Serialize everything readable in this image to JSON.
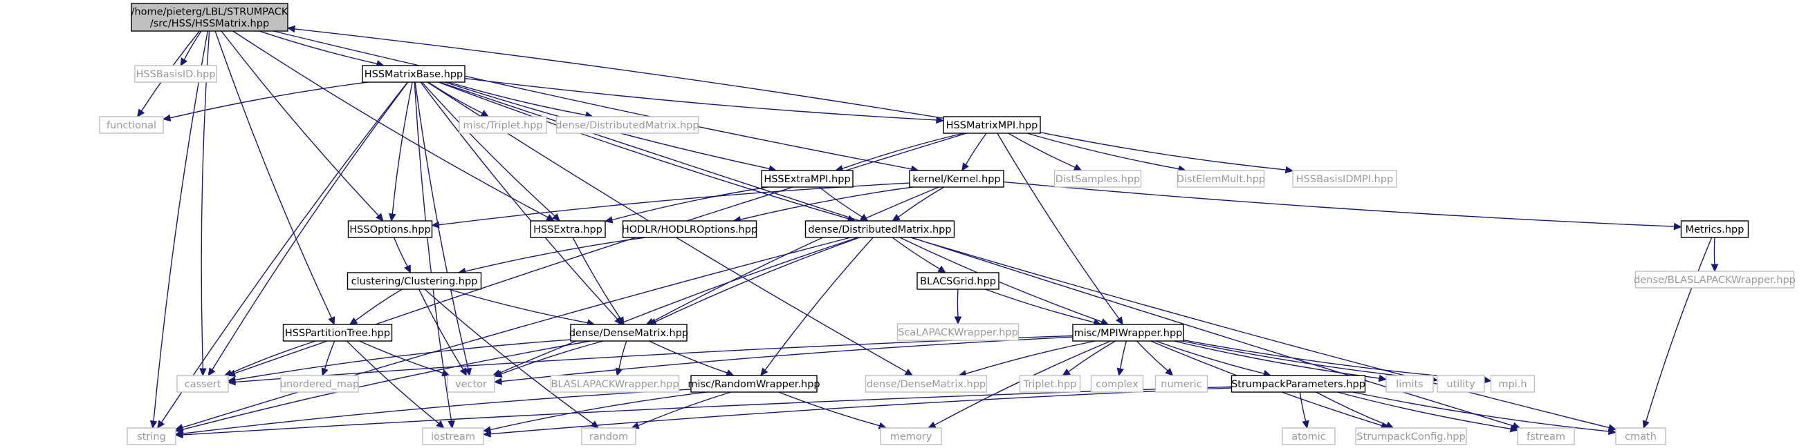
{
  "graph": {
    "root": {
      "id": "root",
      "lines": [
        "/home/pieterg/LBL/STRUMPACK",
        "/src/HSS/HSSMatrix.hpp"
      ]
    },
    "nodes": [
      {
        "id": "HSSBasisID",
        "label": "HSSBasisID.hpp",
        "kind": "external"
      },
      {
        "id": "HSSMatrixBase",
        "label": "HSSMatrixBase.hpp",
        "kind": "internal"
      },
      {
        "id": "functional",
        "label": "functional",
        "kind": "external"
      },
      {
        "id": "misc_Triplet",
        "label": "misc/Triplet.hpp",
        "kind": "external"
      },
      {
        "id": "dense_DistributedMatrix_ext",
        "label": "dense/DistributedMatrix.hpp",
        "kind": "external"
      },
      {
        "id": "HSSMatrixMPI",
        "label": "HSSMatrixMPI.hpp",
        "kind": "internal"
      },
      {
        "id": "HSSExtraMPI",
        "label": "HSSExtraMPI.hpp",
        "kind": "internal"
      },
      {
        "id": "kernel_Kernel",
        "label": "kernel/Kernel.hpp",
        "kind": "internal"
      },
      {
        "id": "DistSamples",
        "label": "DistSamples.hpp",
        "kind": "external"
      },
      {
        "id": "DistElemMult",
        "label": "DistElemMult.hpp",
        "kind": "external"
      },
      {
        "id": "HSSBasisIDMPI",
        "label": "HSSBasisIDMPI.hpp",
        "kind": "external"
      },
      {
        "id": "HSSOptions",
        "label": "HSSOptions.hpp",
        "kind": "internal"
      },
      {
        "id": "HSSExtra",
        "label": "HSSExtra.hpp",
        "kind": "internal"
      },
      {
        "id": "HODLROptions",
        "label": "HODLR/HODLROptions.hpp",
        "kind": "internal"
      },
      {
        "id": "dense_DistributedMatrix",
        "label": "dense/DistributedMatrix.hpp",
        "kind": "internal"
      },
      {
        "id": "Metrics",
        "label": "Metrics.hpp",
        "kind": "internal"
      },
      {
        "id": "dense_BLASLAPACKWrapper",
        "label": "dense/BLASLAPACKWrapper.hpp",
        "kind": "external"
      },
      {
        "id": "clustering",
        "label": "clustering/Clustering.hpp",
        "kind": "internal"
      },
      {
        "id": "BLACSGrid",
        "label": "BLACSGrid.hpp",
        "kind": "internal"
      },
      {
        "id": "ScaLAPACKWrapper",
        "label": "ScaLAPACKWrapper.hpp",
        "kind": "external"
      },
      {
        "id": "HSSPartitionTree",
        "label": "HSSPartitionTree.hpp",
        "kind": "internal"
      },
      {
        "id": "dense_DenseMatrix",
        "label": "dense/DenseMatrix.hpp",
        "kind": "internal"
      },
      {
        "id": "misc_MPIWrapper",
        "label": "misc/MPIWrapper.hpp",
        "kind": "internal"
      },
      {
        "id": "cassert",
        "label": "cassert",
        "kind": "external"
      },
      {
        "id": "unordered_map",
        "label": "unordered_map",
        "kind": "external"
      },
      {
        "id": "vector",
        "label": "vector",
        "kind": "external"
      },
      {
        "id": "BLASLAPACKWrapper",
        "label": "BLASLAPACKWrapper.hpp",
        "kind": "external"
      },
      {
        "id": "misc_RandomWrapper",
        "label": "misc/RandomWrapper.hpp",
        "kind": "internal"
      },
      {
        "id": "dense_DenseMatrix_ext",
        "label": "dense/DenseMatrix.hpp",
        "kind": "external"
      },
      {
        "id": "Triplet",
        "label": "Triplet.hpp",
        "kind": "external"
      },
      {
        "id": "complex",
        "label": "complex",
        "kind": "external"
      },
      {
        "id": "numeric",
        "label": "numeric",
        "kind": "external"
      },
      {
        "id": "StrumpackParameters",
        "label": "StrumpackParameters.hpp",
        "kind": "internal"
      },
      {
        "id": "limits",
        "label": "limits",
        "kind": "external"
      },
      {
        "id": "utility",
        "label": "utility",
        "kind": "external"
      },
      {
        "id": "mpi_h",
        "label": "mpi.h",
        "kind": "external"
      },
      {
        "id": "string",
        "label": "string",
        "kind": "external"
      },
      {
        "id": "iostream",
        "label": "iostream",
        "kind": "external"
      },
      {
        "id": "random",
        "label": "random",
        "kind": "external"
      },
      {
        "id": "memory",
        "label": "memory",
        "kind": "external"
      },
      {
        "id": "atomic",
        "label": "atomic",
        "kind": "external"
      },
      {
        "id": "StrumpackConfig",
        "label": "StrumpackConfig.hpp",
        "kind": "external"
      },
      {
        "id": "fstream",
        "label": "fstream",
        "kind": "external"
      },
      {
        "id": "cmath",
        "label": "cmath",
        "kind": "external"
      }
    ],
    "edges": [
      [
        "root",
        "HSSBasisID"
      ],
      [
        "root",
        "HSSMatrixBase"
      ],
      [
        "root",
        "functional"
      ],
      [
        "root",
        "HSSOptions"
      ],
      [
        "root",
        "HSSPartitionTree"
      ],
      [
        "root",
        "cassert"
      ],
      [
        "root",
        "string"
      ],
      [
        "root",
        "HSSExtra"
      ],
      [
        "root",
        "kernel_Kernel"
      ],
      [
        "HSSMatrixBase",
        "functional"
      ],
      [
        "HSSMatrixBase",
        "misc_Triplet"
      ],
      [
        "HSSMatrixBase",
        "dense_DistributedMatrix_ext"
      ],
      [
        "HSSMatrixBase",
        "HSSMatrixMPI"
      ],
      [
        "HSSMatrixBase",
        "HSSExtraMPI"
      ],
      [
        "HSSMatrixBase",
        "HSSOptions"
      ],
      [
        "HSSMatrixBase",
        "HSSExtra"
      ],
      [
        "HSSMatrixBase",
        "dense_DistributedMatrix"
      ],
      [
        "HSSMatrixBase",
        "dense_DenseMatrix"
      ],
      [
        "HSSMatrixBase",
        "cassert"
      ],
      [
        "HSSMatrixBase",
        "string"
      ],
      [
        "HSSMatrixBase",
        "vector"
      ],
      [
        "HSSMatrixBase",
        "iostream"
      ],
      [
        "HSSMatrixBase",
        "dense_DenseMatrix_ext"
      ],
      [
        "HSSMatrixBase",
        "fstream"
      ],
      [
        "HSSMatrixMPI",
        "root"
      ],
      [
        "HSSMatrixMPI",
        "HSSExtraMPI"
      ],
      [
        "HSSMatrixMPI",
        "kernel_Kernel"
      ],
      [
        "HSSMatrixMPI",
        "DistSamples"
      ],
      [
        "HSSMatrixMPI",
        "DistElemMult"
      ],
      [
        "HSSMatrixMPI",
        "HSSBasisIDMPI"
      ],
      [
        "HSSMatrixMPI",
        "misc_MPIWrapper"
      ],
      [
        "HSSMatrixMPI",
        "cassert"
      ],
      [
        "HSSExtraMPI",
        "HSSExtra"
      ],
      [
        "HSSExtraMPI",
        "dense_DistributedMatrix"
      ],
      [
        "kernel_Kernel",
        "HSSOptions"
      ],
      [
        "kernel_Kernel",
        "HODLROptions"
      ],
      [
        "kernel_Kernel",
        "dense_DistributedMatrix"
      ],
      [
        "kernel_Kernel",
        "Metrics"
      ],
      [
        "kernel_Kernel",
        "dense_DenseMatrix"
      ],
      [
        "HSSOptions",
        "clustering"
      ],
      [
        "HSSExtra",
        "dense_DenseMatrix"
      ],
      [
        "HODLROptions",
        "clustering"
      ],
      [
        "dense_DistributedMatrix",
        "BLACSGrid"
      ],
      [
        "dense_DistributedMatrix",
        "misc_MPIWrapper"
      ],
      [
        "dense_DistributedMatrix",
        "dense_DenseMatrix"
      ],
      [
        "dense_DistributedMatrix",
        "misc_RandomWrapper"
      ],
      [
        "dense_DistributedMatrix",
        "vector"
      ],
      [
        "dense_DistributedMatrix",
        "string"
      ],
      [
        "dense_DistributedMatrix",
        "cmath"
      ],
      [
        "Metrics",
        "dense_BLASLAPACKWrapper"
      ],
      [
        "Metrics",
        "cmath"
      ],
      [
        "clustering",
        "HSSPartitionTree"
      ],
      [
        "clustering",
        "dense_DenseMatrix"
      ],
      [
        "clustering",
        "vector"
      ],
      [
        "clustering",
        "random"
      ],
      [
        "BLACSGrid",
        "ScaLAPACKWrapper"
      ],
      [
        "BLACSGrid",
        "misc_MPIWrapper"
      ],
      [
        "HSSPartitionTree",
        "cassert"
      ],
      [
        "HSSPartitionTree",
        "unordered_map"
      ],
      [
        "HSSPartitionTree",
        "vector"
      ],
      [
        "HSSPartitionTree",
        "iostream"
      ],
      [
        "dense_DenseMatrix",
        "vector"
      ],
      [
        "dense_DenseMatrix",
        "BLASLAPACKWrapper"
      ],
      [
        "dense_DenseMatrix",
        "misc_RandomWrapper"
      ],
      [
        "dense_DenseMatrix",
        "string"
      ],
      [
        "dense_DenseMatrix",
        "cassert"
      ],
      [
        "misc_MPIWrapper",
        "dense_DenseMatrix_ext"
      ],
      [
        "misc_MPIWrapper",
        "Triplet"
      ],
      [
        "misc_MPIWrapper",
        "complex"
      ],
      [
        "misc_MPIWrapper",
        "numeric"
      ],
      [
        "misc_MPIWrapper",
        "StrumpackParameters"
      ],
      [
        "misc_MPIWrapper",
        "limits"
      ],
      [
        "misc_MPIWrapper",
        "utility"
      ],
      [
        "misc_MPIWrapper",
        "mpi_h"
      ],
      [
        "misc_MPIWrapper",
        "vector"
      ],
      [
        "misc_MPIWrapper",
        "cassert"
      ],
      [
        "misc_MPIWrapper",
        "memory"
      ],
      [
        "misc_MPIWrapper",
        "StrumpackConfig"
      ],
      [
        "misc_RandomWrapper",
        "iostream"
      ],
      [
        "misc_RandomWrapper",
        "random"
      ],
      [
        "misc_RandomWrapper",
        "memory"
      ],
      [
        "misc_RandomWrapper",
        "string"
      ],
      [
        "StrumpackParameters",
        "string"
      ],
      [
        "StrumpackParameters",
        "iostream"
      ],
      [
        "StrumpackParameters",
        "atomic"
      ],
      [
        "StrumpackParameters",
        "StrumpackConfig"
      ],
      [
        "StrumpackParameters",
        "fstream"
      ],
      [
        "StrumpackParameters",
        "cmath"
      ]
    ]
  }
}
